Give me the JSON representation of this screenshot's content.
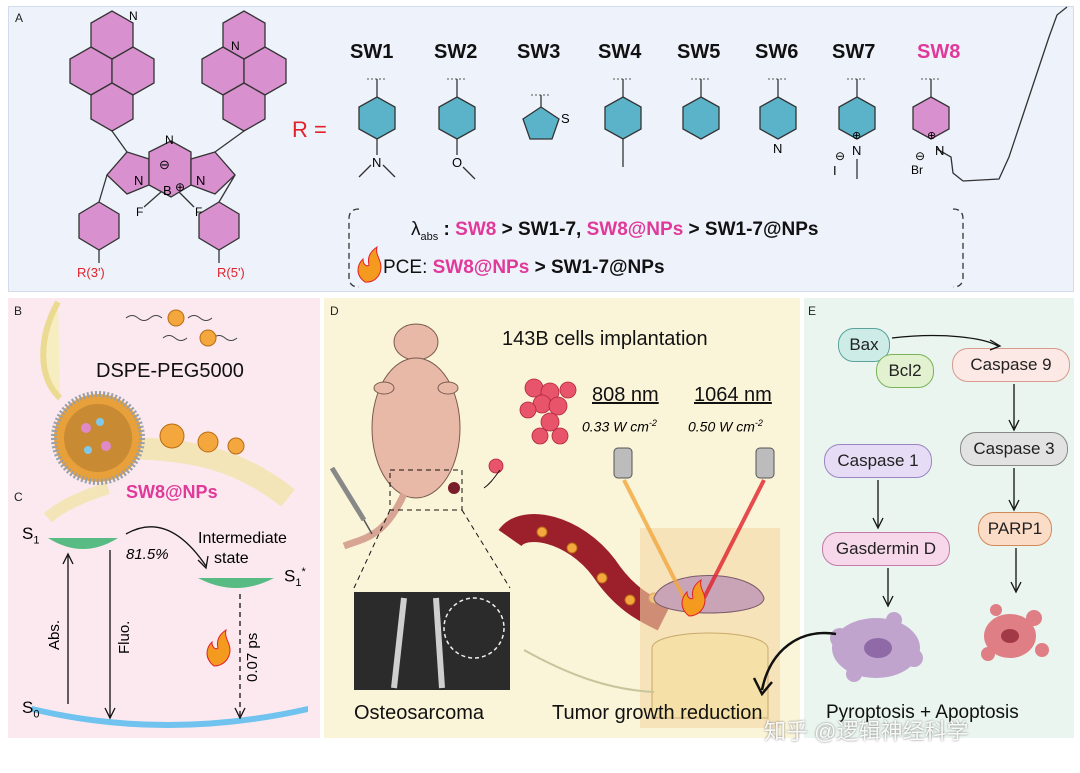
{
  "panel_letters": {
    "a": "A",
    "b": "B",
    "c": "C",
    "d": "D",
    "e": "E"
  },
  "panel_a": {
    "core_labels": {
      "n_left": "N",
      "n_right": "N",
      "n_top": "N",
      "b": "B",
      "minus": "⊖",
      "plus": "⊕",
      "f_left": "F",
      "f_right": "F",
      "r3": "R(3')",
      "r5": "R(5')"
    },
    "r_equals": "R =",
    "sw_labels": [
      "SW1",
      "SW2",
      "SW3",
      "SW4",
      "SW5",
      "SW6",
      "SW7",
      "SW8"
    ],
    "substituent_labels": {
      "nme2_n": "N",
      "ome_o": "O",
      "thio_s": "S",
      "pyr_n": "N",
      "sw7_n": "N",
      "sw7_plus": "⊕",
      "sw7_minus": "⊖",
      "sw7_i": "I",
      "sw8_n": "N",
      "sw8_plus": "⊕",
      "sw8_minus": "⊖",
      "sw8_br": "Br"
    },
    "lambda_line": {
      "lambda": "λ",
      "sub": "abs",
      "colon": " : ",
      "a": "SW8",
      "b": " > SW1-7, ",
      "c": "SW8@NPs",
      "d": " > SW1-7@NPs"
    },
    "pce_line": {
      "pce": "PCE: ",
      "a": "SW8@NPs",
      "b": " > SW1-7@NPs"
    }
  },
  "panel_b": {
    "dspe": "DSPE-PEG5000",
    "sw8nps": "SW8@NPs"
  },
  "panel_c": {
    "s1": "S",
    "s1_sub": "1",
    "s1star": "S",
    "s1star_sub": "1",
    "s1star_sup": "*",
    "s0": "S",
    "s0_sub": "0",
    "percent": "81.5%",
    "intermediate_1": "Intermediate",
    "intermediate_2": "state",
    "abs": "Abs.",
    "fluo": "Fluo.",
    "ps": "0.07 ps"
  },
  "panel_d": {
    "implant": "143B cells implantation",
    "laser1": "808 nm",
    "laser2": "1064 nm",
    "power1": "0.33 W cm",
    "power2": "0.50 W cm",
    "power_exp": "-2",
    "osteo": "Osteosarcoma",
    "tumor": "Tumor growth reduction"
  },
  "panel_e": {
    "bax": "Bax",
    "bcl2": "Bcl2",
    "casp9": "Caspase 9",
    "casp3": "Caspase 3",
    "casp1": "Caspase 1",
    "parp1": "PARP1",
    "gasd": "Gasdermin D",
    "bottom": "Pyroptosis + Apoptosis"
  },
  "watermark": "知乎 @逻辑神经科学",
  "colors": {
    "magenta": "#e0399a",
    "ring_fill": "#d990cf",
    "ring_stroke": "#9d4a94",
    "aromatic_fill": "#5ab3c8",
    "red": "#e2212b",
    "green": "#3cb371",
    "blue": "#6fc3ee",
    "cell_red": "#e8546a"
  }
}
